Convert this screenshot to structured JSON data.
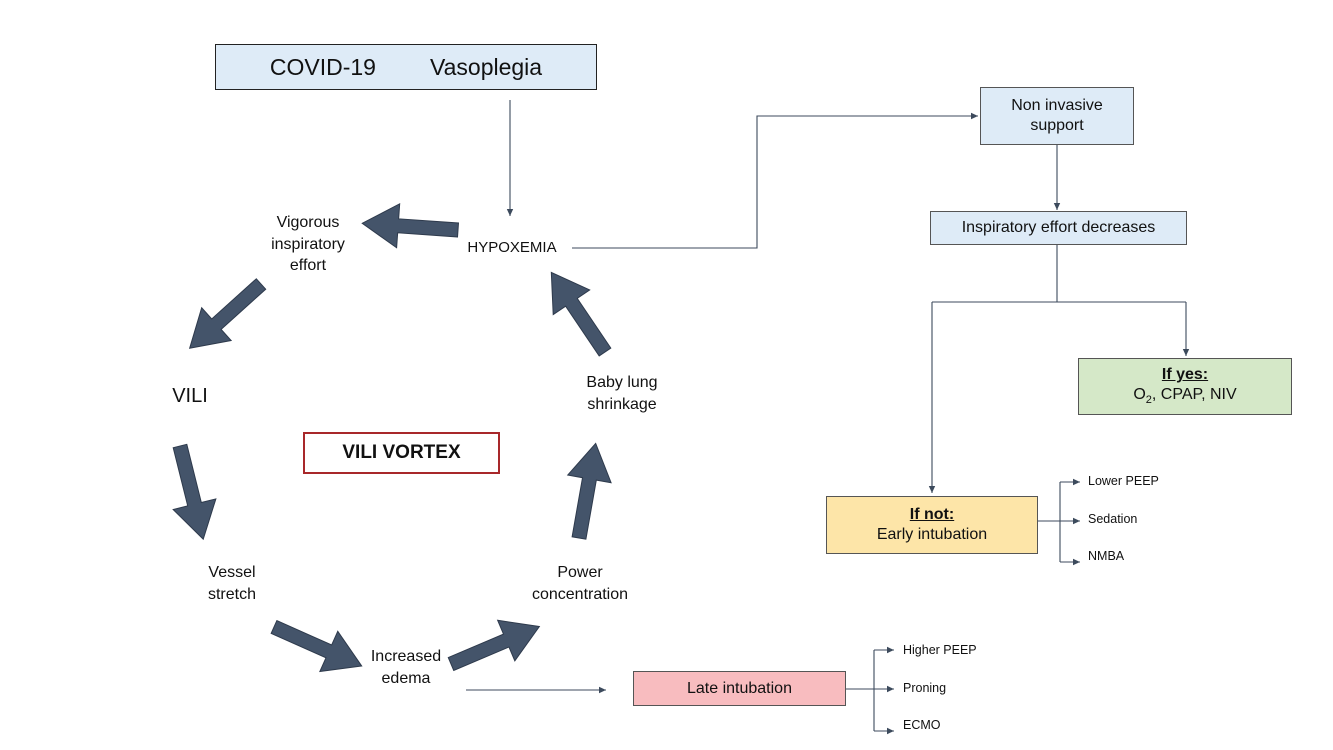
{
  "top_box": {
    "left": "COVID-19",
    "right": "Vasoplegia"
  },
  "center_box": "VILI VORTEX",
  "vortex": {
    "hypoxemia": "HYPOXEMIA",
    "vigorous": [
      "Vigorous",
      "inspiratory",
      "effort"
    ],
    "vili": "VILI",
    "vessel": [
      "Vessel",
      "stretch"
    ],
    "edema": [
      "Increased",
      "edema"
    ],
    "power": [
      "Power",
      "concentration"
    ],
    "babylung": [
      "Baby lung",
      "shrinkage"
    ]
  },
  "flow": {
    "noninvasive": [
      "Non invasive",
      "support"
    ],
    "effort_decreases": "Inspiratory effort decreases",
    "if_yes": {
      "title": "If yes:",
      "body_o": "O",
      "body_sub": "2",
      "body_rest": ", CPAP, NIV"
    },
    "if_not": {
      "title": "If not:",
      "body": "Early intubation"
    },
    "early_options": [
      "Lower PEEP",
      "Sedation",
      "NMBA"
    ],
    "late": "Late intubation",
    "late_options": [
      "Higher PEEP",
      "Proning",
      "ECMO"
    ]
  },
  "colors": {
    "blue_box": "#deebf7",
    "green_box": "#d5e8c8",
    "yellow_box": "#fde5a8",
    "red_box": "#f8bcbf",
    "vortex_arrow": "#44546a",
    "red_border": "#a8282a",
    "line": "#3c4a5c"
  }
}
